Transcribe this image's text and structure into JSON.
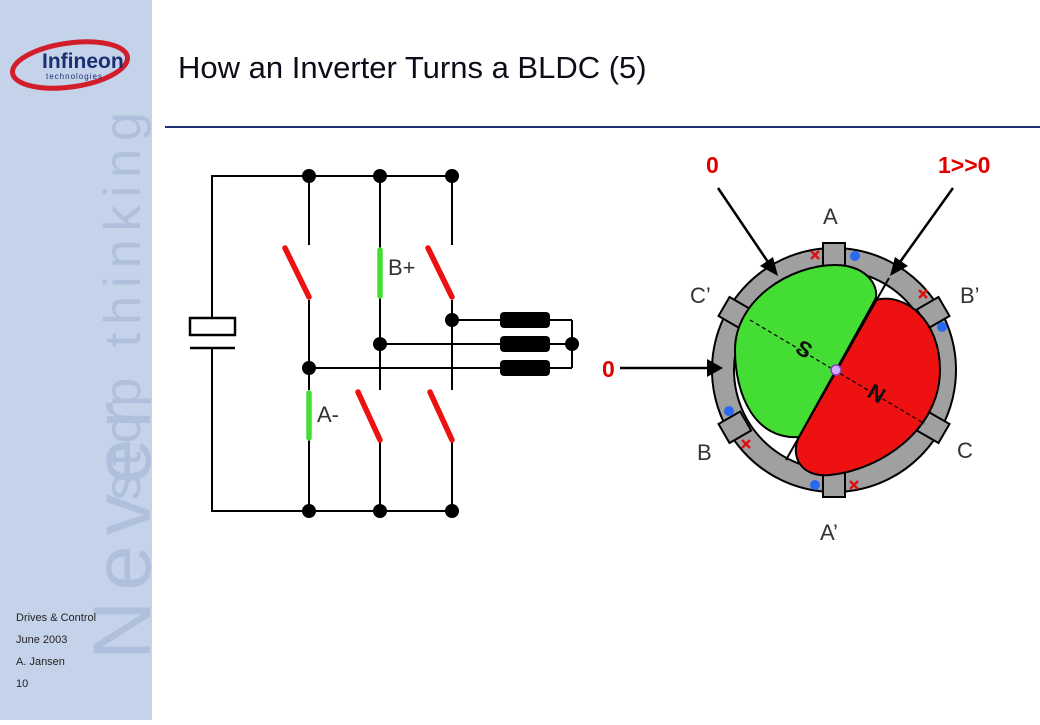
{
  "logo": {
    "brand": "Infineon",
    "sub": "technologies"
  },
  "slogan": {
    "line1": "Never",
    "line2": "stop thinking"
  },
  "footer": {
    "dept": "Drives & Control",
    "date": "June 2003",
    "author": "A. Jansen",
    "page": "10"
  },
  "title": "How an Inverter Turns a BLDC (5)",
  "circuit": {
    "switch_b_plus": "B+",
    "switch_a_minus": "A-"
  },
  "motor": {
    "pole_s": "S",
    "pole_n": "N",
    "phase_a": "A",
    "phase_a_prime": "A’",
    "phase_b": "B",
    "phase_b_prime": "B’",
    "phase_c": "C",
    "phase_c_prime": "C’"
  },
  "hall_sensors": {
    "top_left": "0",
    "top_right": "1>>0",
    "left": "0"
  },
  "colors": {
    "sidebar": "#c5d3ea",
    "accent": "#1b2f72",
    "switch_on": "#44dd33",
    "switch_off": "#ee1111",
    "north": "#ee1111",
    "south": "#44dd33",
    "sensor_text": "#e00000"
  }
}
